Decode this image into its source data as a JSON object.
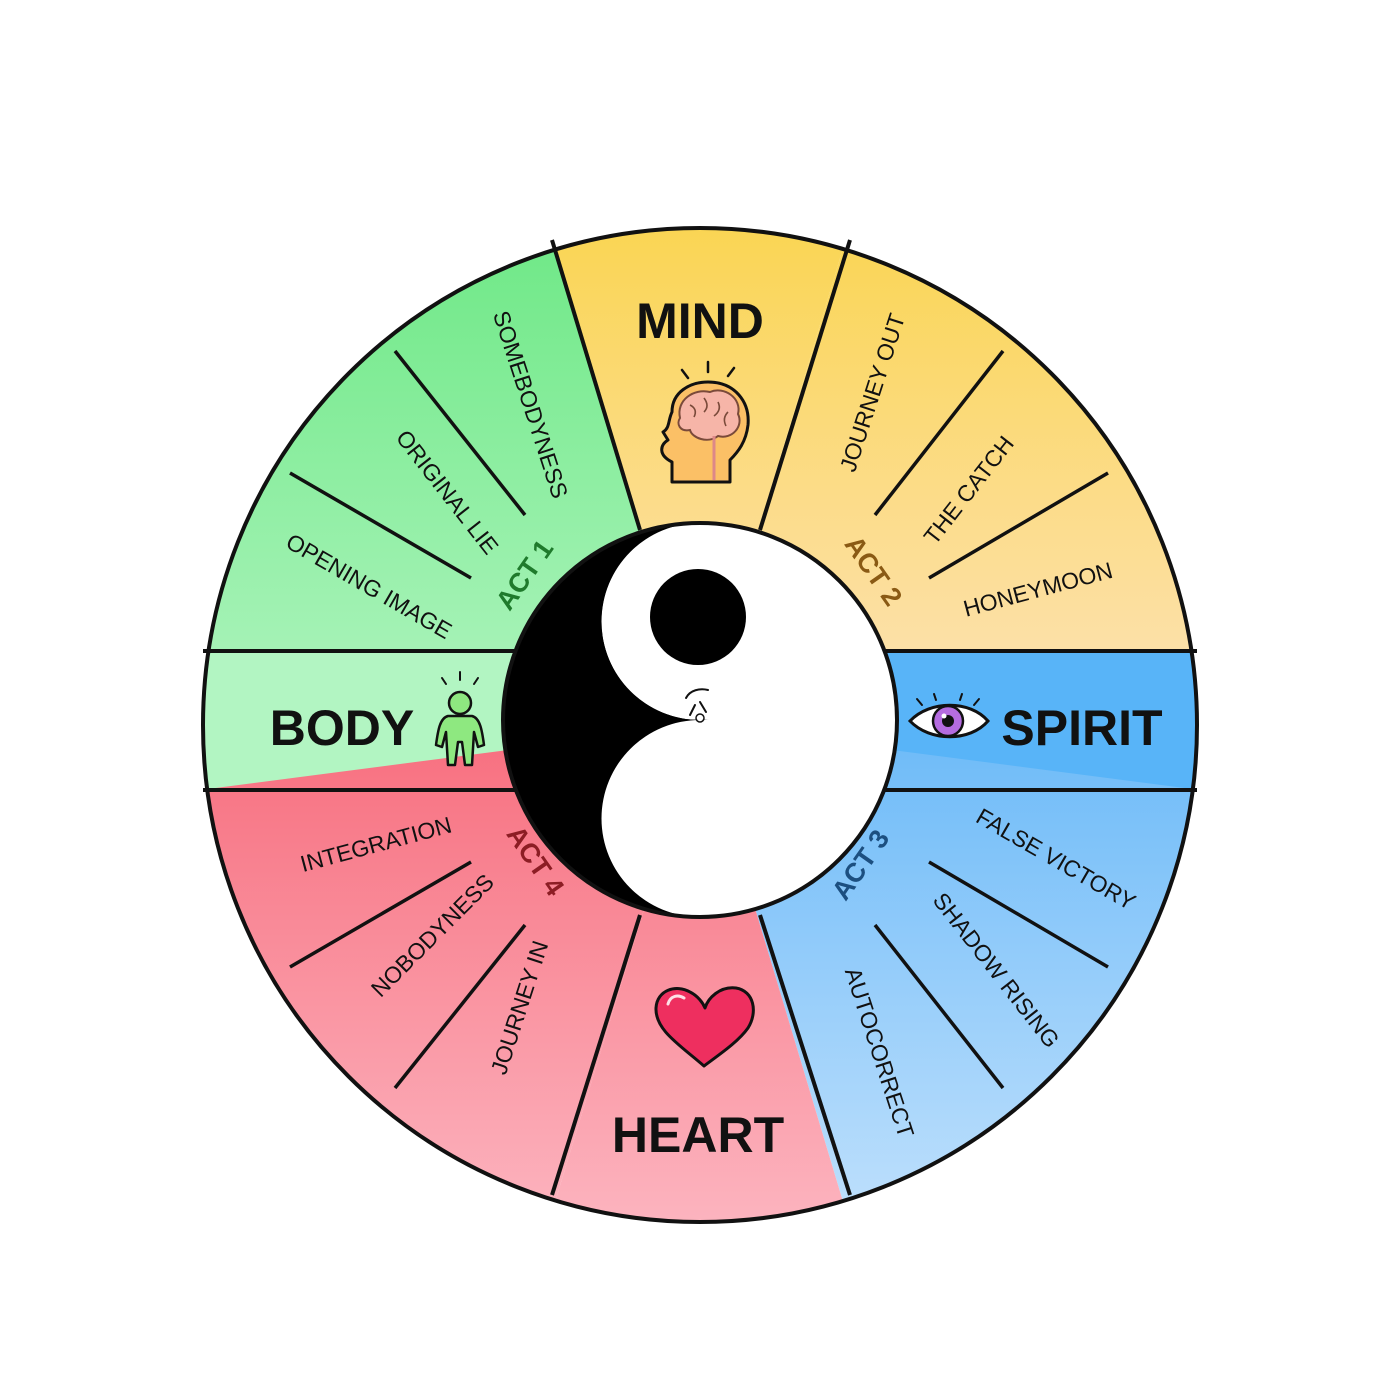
{
  "quadrants": {
    "mind": {
      "title": "MIND",
      "icon": "brain-head-icon"
    },
    "body": {
      "title": "BODY",
      "icon": "glowing-person-icon"
    },
    "spirit": {
      "title": "SPIRIT",
      "icon": "purple-eye-icon"
    },
    "heart": {
      "title": "HEART",
      "icon": "red-heart-icon"
    }
  },
  "acts": {
    "act1": {
      "label": "ACT 1",
      "color": "#1f7a2c"
    },
    "act2": {
      "label": "ACT 2",
      "color": "#8a5a14"
    },
    "act3": {
      "label": "ACT 3",
      "color": "#1c4f80"
    },
    "act4": {
      "label": "ACT 4",
      "color": "#8c1d24"
    }
  },
  "beats": {
    "act1": [
      "OPENING IMAGE",
      "ORIGINAL LIE",
      "SOMEBODYNESS"
    ],
    "act2": [
      "JOURNEY OUT",
      "THE CATCH",
      "HONEYMOON"
    ],
    "act3": [
      "FALSE VICTORY",
      "SHADOW RISING",
      "AUTOCORRECT"
    ],
    "act4": [
      "INTEGRATION",
      "NOBODYNESS",
      "JOURNEY IN"
    ]
  },
  "center": {
    "icon": "yin-yang-icon"
  },
  "colors": {
    "green": "#7fe89a",
    "yellow": "#f9d86a",
    "blue": "#5ab4f5",
    "red": "#f77a86"
  }
}
